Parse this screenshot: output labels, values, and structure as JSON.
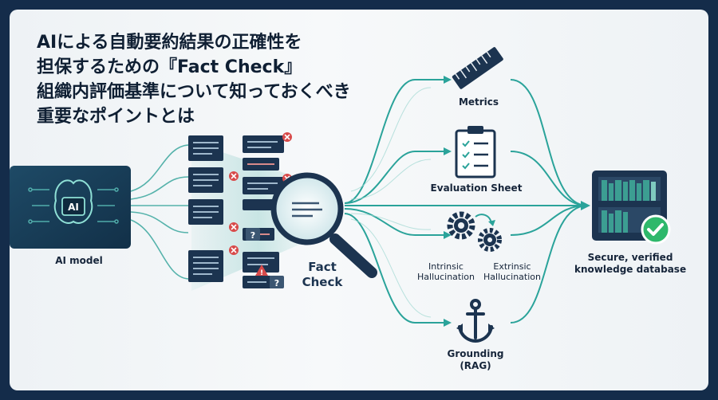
{
  "title": {
    "line1": "AIによる自動要約結果の正確性を",
    "line2": "担保するための『Fact Check』",
    "line3": "組織内評価基準について知っておくべき",
    "line4": "重要なポイントとは"
  },
  "ai_model": {
    "chip_text": "AI",
    "label": "AI model"
  },
  "fact_check": {
    "line1": "Fact",
    "line2": "Check"
  },
  "branches": {
    "metrics": "Metrics",
    "evaluation_sheet": "Evaluation Sheet",
    "intrinsic": [
      "Intrinsic",
      "Hallucination"
    ],
    "extrinsic": [
      "Extrinsic",
      "Hallucination"
    ],
    "grounding": [
      "Grounding",
      "(RAG)"
    ]
  },
  "database": {
    "line1": "Secure, verified",
    "line2": "knowledge database"
  },
  "colors": {
    "frame": "#142c4a",
    "navy": "#1c3450",
    "teal": "#2aa39a",
    "teal_light": "#7fd0c8",
    "red_x": "#d84a4a",
    "check_green": "#2eb86b"
  },
  "icons": [
    "brain-chip-icon",
    "document-icon",
    "error-x-icon",
    "question-icon",
    "warning-icon",
    "magnifier-icon",
    "ruler-icon",
    "clipboard-checklist-icon",
    "gears-icon",
    "anchor-icon",
    "bookshelf-icon",
    "checkmark-badge-icon"
  ]
}
